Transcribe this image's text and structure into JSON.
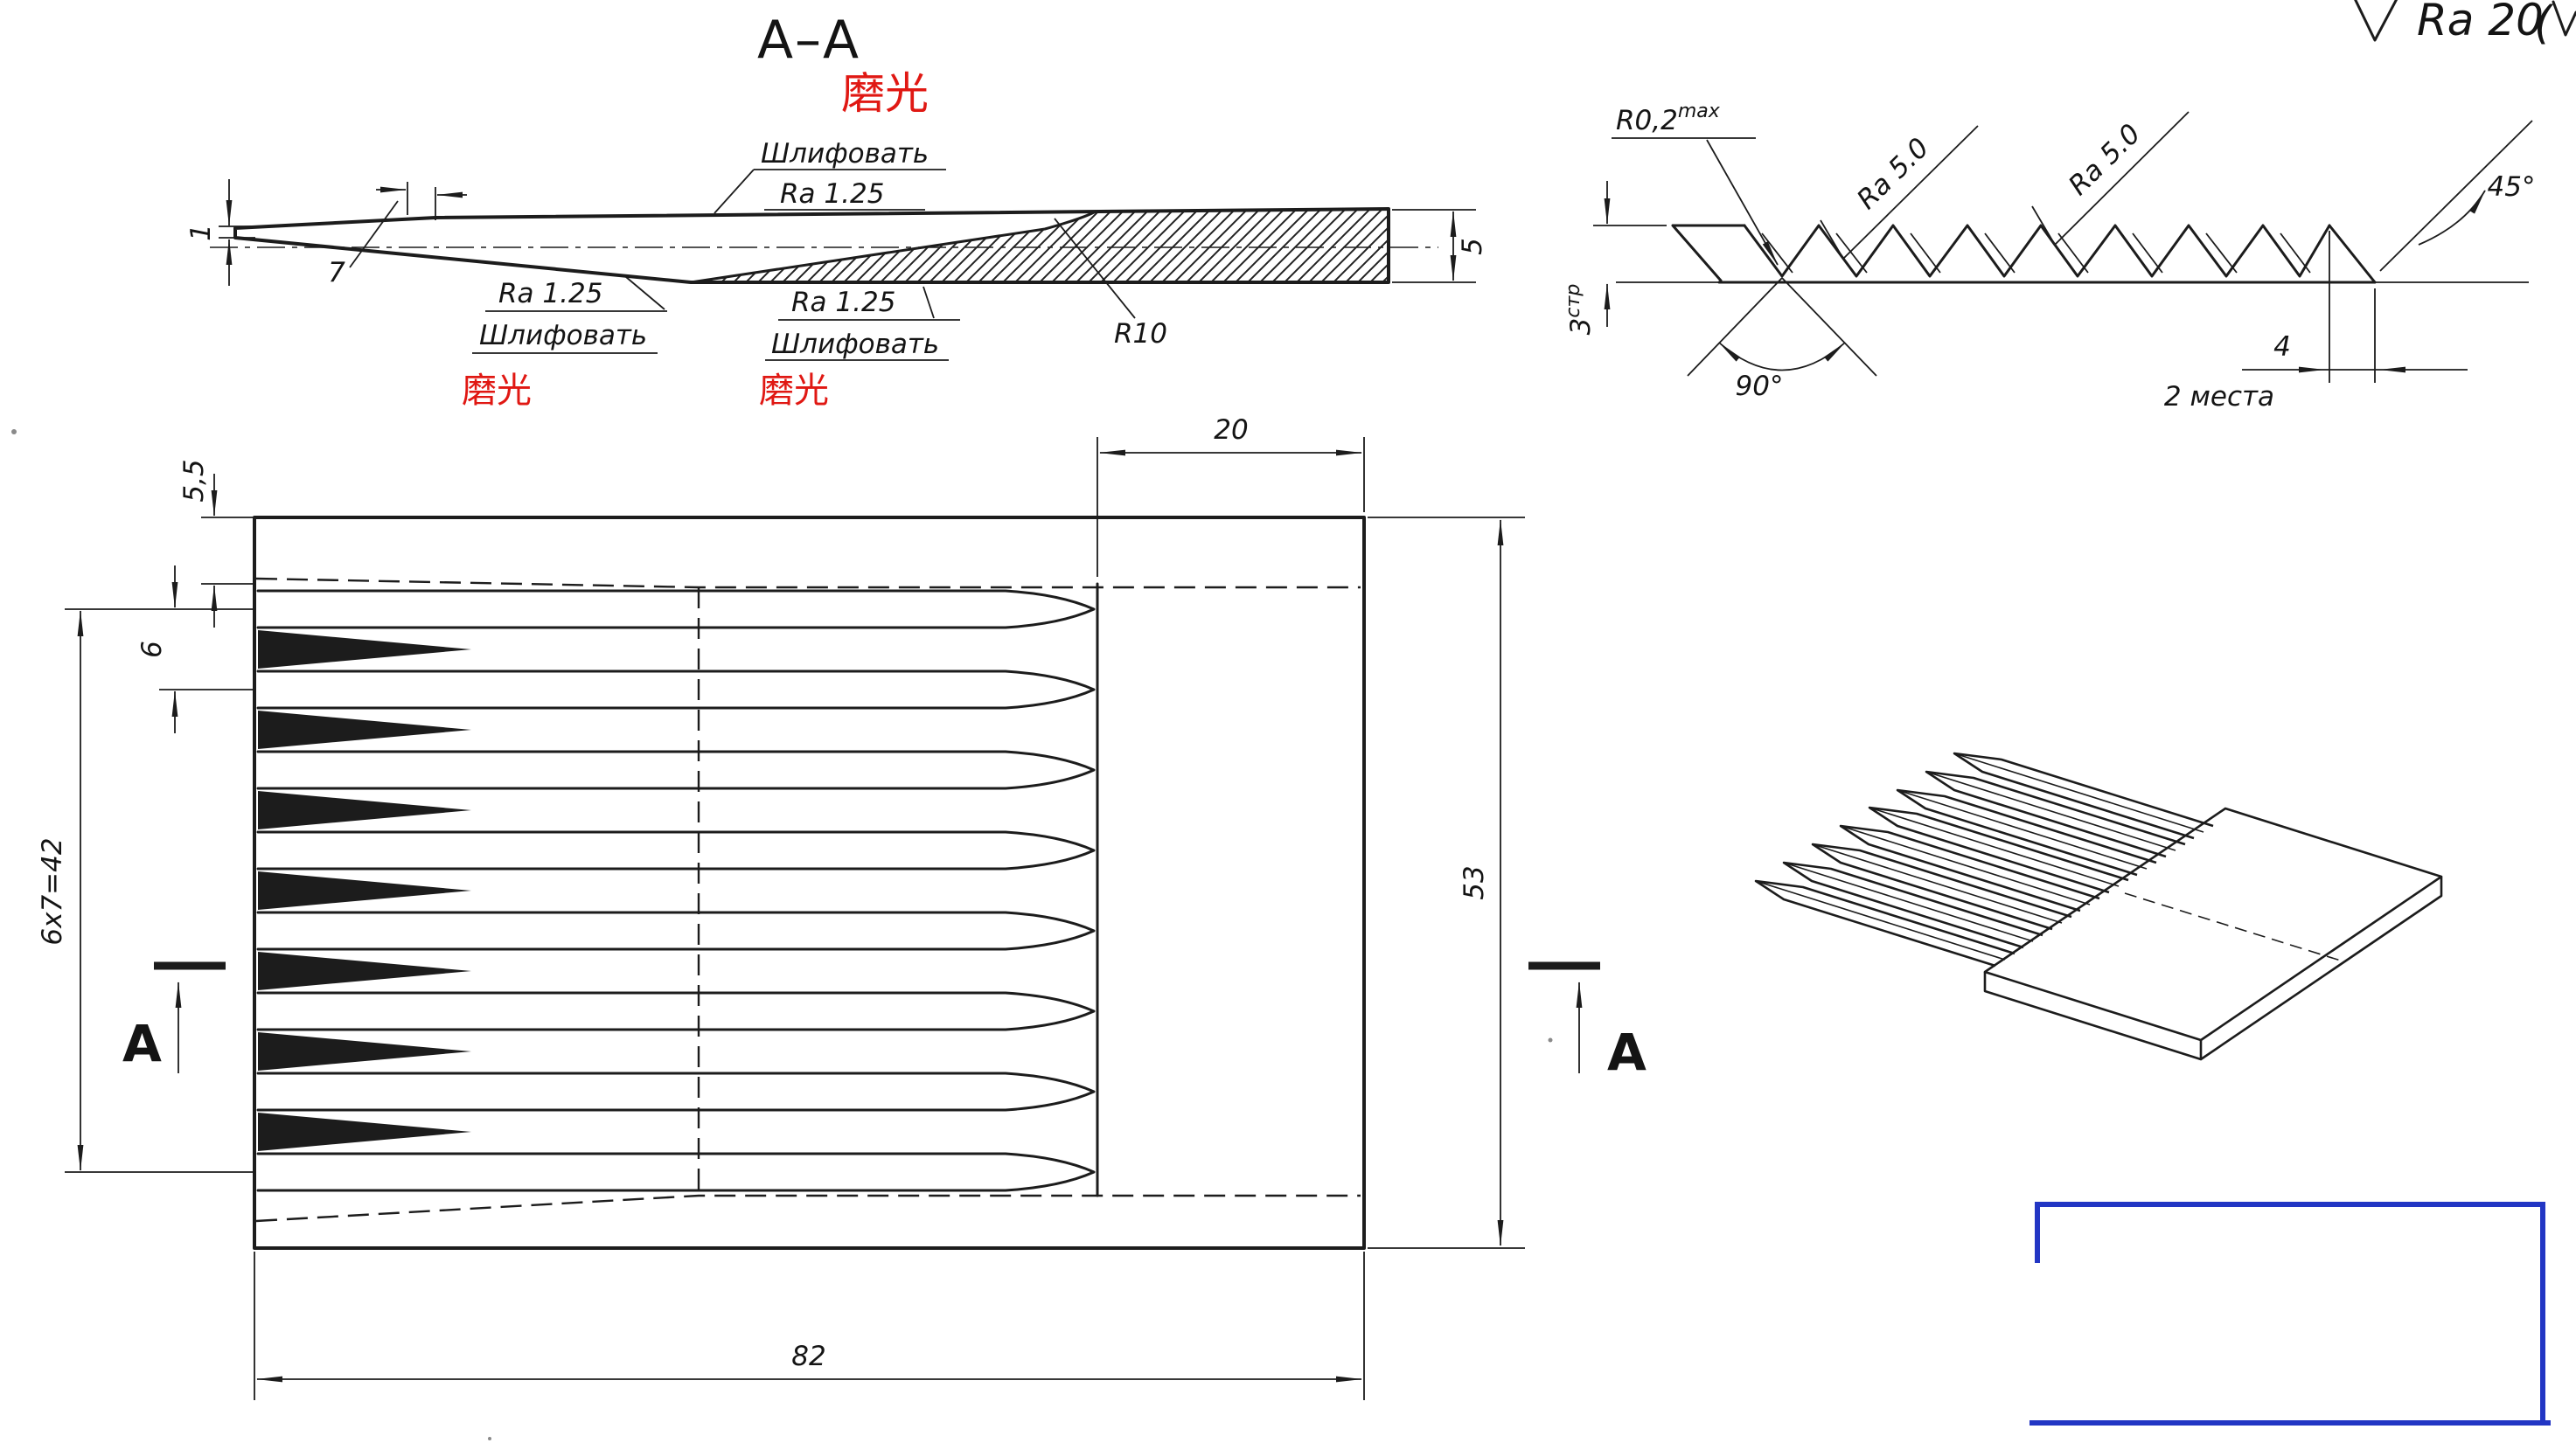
{
  "colors": {
    "ink": "#1c1c1c",
    "red": "#e01813",
    "blue": "#2236c4",
    "paper": "#ffffff"
  },
  "corner_note": {
    "ra_value": "Ra 20",
    "paren": "("
  },
  "section_aa": {
    "title": "A–A",
    "polish_top": "磨光",
    "polish_left": "磨光",
    "polish_mid": "磨光",
    "top_callout": {
      "grind": "Шлифовать",
      "ra": "Ra 1.25"
    },
    "left_callout": {
      "ra": "Ra 1.25",
      "grind": "Шлифовать"
    },
    "mid_callout": {
      "ra": "Ra 1.25",
      "grind": "Шлифовать"
    },
    "dim_tip_thickness": "1",
    "dim_bevel": "7",
    "radius_label": "R10",
    "dim_body_thickness": "5"
  },
  "profile": {
    "radius_label": "R0,2",
    "radius_sup": "max",
    "ra_left": "Ra 5.0",
    "ra_right": "Ra 5.0",
    "bevel_angle": "45°",
    "tooth_angle": "90°",
    "depth_value": "3",
    "depth_sup": "стр",
    "bevel_length": "4",
    "places_note": "2 места"
  },
  "plan": {
    "dim_edge_offset": "5,5",
    "dim_pitch": "6",
    "dim_teeth_span": "6x7=42",
    "dim_shank": "20",
    "dim_width": "53",
    "dim_length": "82",
    "cut_label_left": "A",
    "cut_label_right": "A"
  }
}
